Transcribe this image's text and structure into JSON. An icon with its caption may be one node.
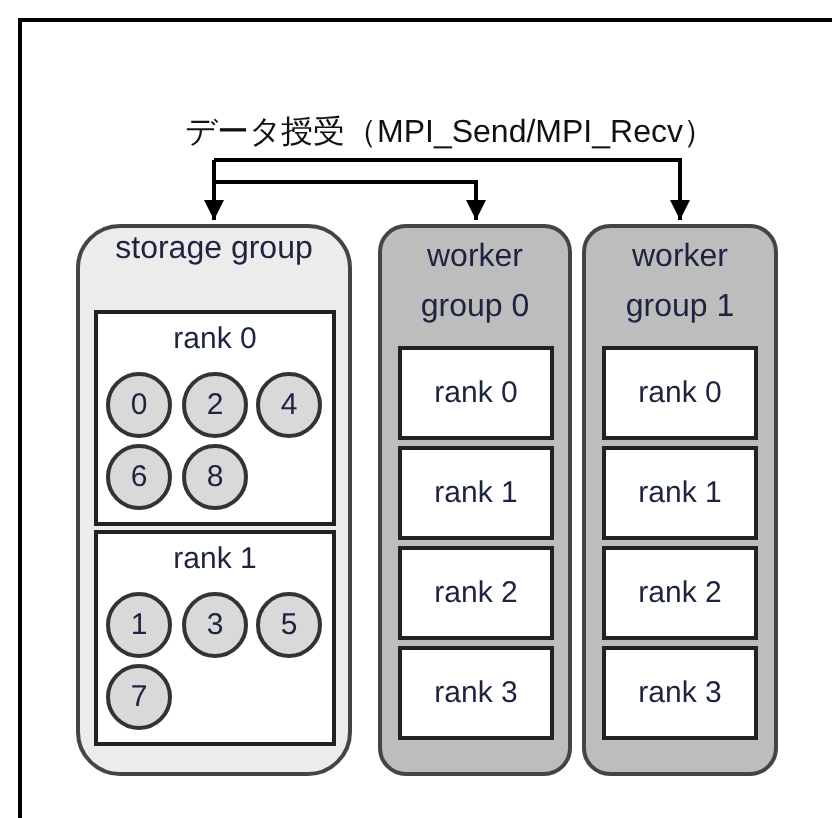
{
  "diagram": {
    "nodes": [
      {
        "text": [
          "データ授受（MPI_Send/MPI_Recv）"
        ]
      },
      {
        "text": [
          "storage group"
        ]
      },
      {
        "text": [
          "rank 0"
        ],
        "in": 1
      },
      {
        "text": [
          "0"
        ],
        "in": 2
      },
      {
        "text": [
          "2"
        ],
        "in": 2
      },
      {
        "text": [
          "4"
        ],
        "in": 2
      },
      {
        "text": [
          "6"
        ],
        "in": 2
      },
      {
        "text": [
          "8"
        ],
        "in": 2
      },
      {
        "text": [
          "rank 1"
        ],
        "in": 1
      },
      {
        "text": [
          "1"
        ],
        "in": 8
      },
      {
        "text": [
          "3"
        ],
        "in": 8
      },
      {
        "text": [
          "5"
        ],
        "in": 8
      },
      {
        "text": [
          "7"
        ],
        "in": 8
      },
      {
        "text": [
          "worker group 0"
        ]
      },
      {
        "text": [
          "rank 0"
        ],
        "in": 13
      },
      {
        "text": [
          "rank 1"
        ],
        "in": 13
      },
      {
        "text": [
          "rank 2"
        ],
        "in": 13
      },
      {
        "text": [
          "rank 3"
        ],
        "in": 13
      },
      {
        "text": [
          "worker group 1"
        ]
      },
      {
        "text": [
          "rank 0"
        ],
        "in": 18
      },
      {
        "text": [
          "rank 1"
        ],
        "in": 18
      },
      {
        "text": [
          "rank 2"
        ],
        "in": 18
      },
      {
        "text": [
          "rank 3"
        ],
        "in": 18
      }
    ],
    "edges": [
      {
        "from": 0,
        "to": 1,
        "arrow": "to"
      },
      {
        "from": 0,
        "to": 13,
        "arrow": "to"
      },
      {
        "from": 0,
        "to": 18,
        "arrow": "to"
      }
    ]
  }
}
